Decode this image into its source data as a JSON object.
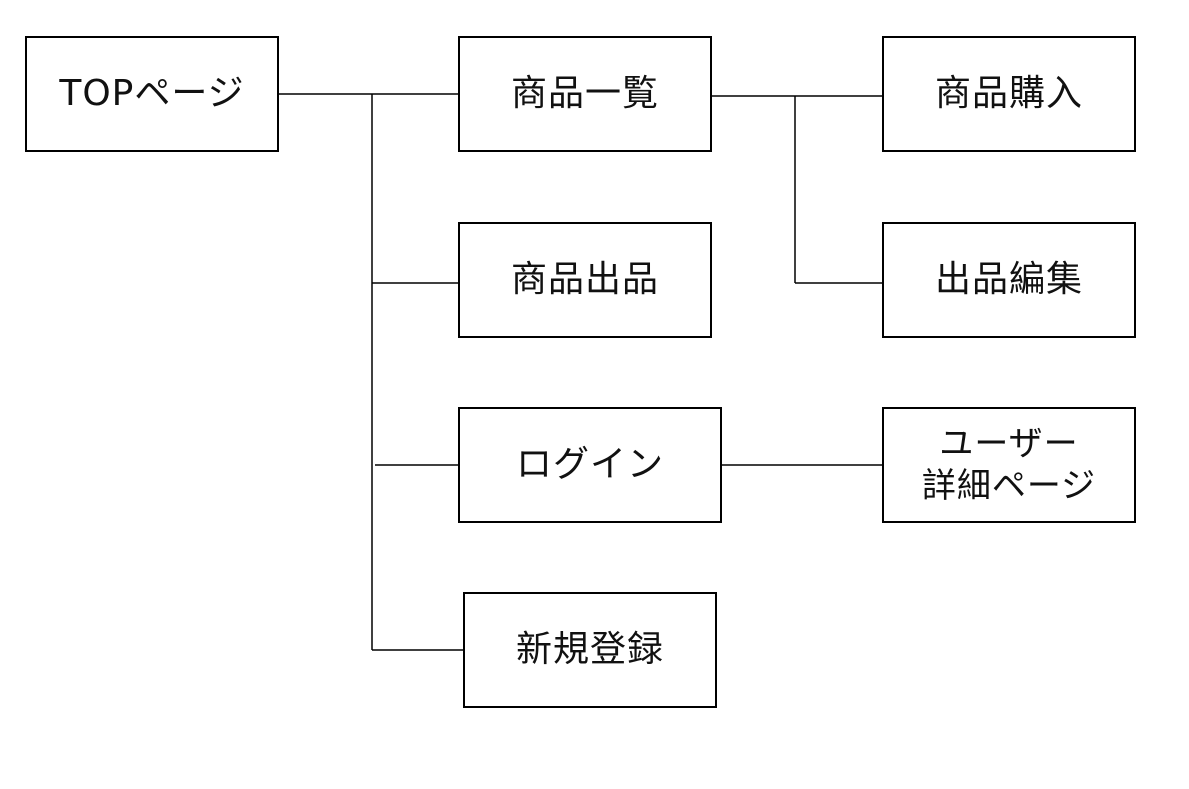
{
  "diagram": {
    "nodes": {
      "top": "TOPページ",
      "list": "商品一覧",
      "listing": "商品出品",
      "login": "ログイン",
      "signup": "新規登録",
      "purchase": "商品購入",
      "edit": "出品編集",
      "user_detail": "ユーザー\n詳細ページ"
    },
    "colors": {
      "border": "#000000",
      "line": "#000000",
      "background": "#ffffff",
      "text": "#111111"
    }
  }
}
